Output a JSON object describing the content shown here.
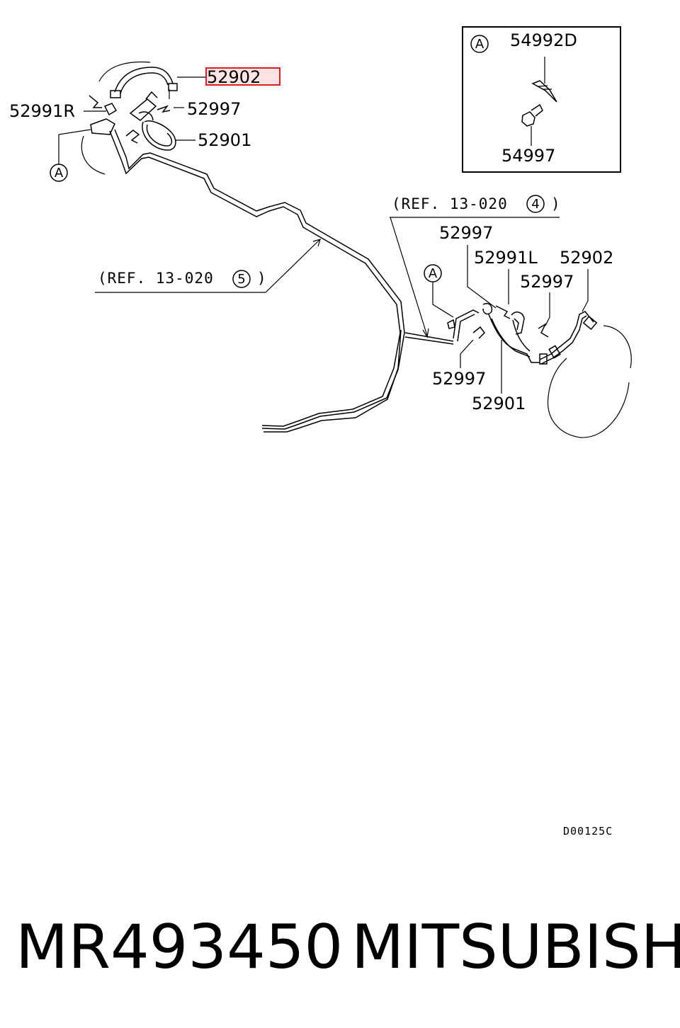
{
  "diagram": {
    "labels": {
      "top_left_hose": "52902",
      "left_bracket": "52991R",
      "left_clip": "52997",
      "left_tube": "52901",
      "inset_clip_top": "54992D",
      "inset_clip_bottom": "54997",
      "right_clip_top": "52997",
      "right_bracket": "52991L",
      "right_hose": "52902",
      "right_clip_mid": "52997",
      "right_clip_bottom": "52997",
      "right_tube": "52901"
    },
    "refs": {
      "right_ref_text": "(REF. 13-020",
      "right_ref_num": "4",
      "right_ref_close": ")",
      "left_ref_text": "(REF. 13-020",
      "left_ref_num": "5",
      "left_ref_close": ")"
    },
    "view_markers": {
      "inset": "A",
      "left": "A",
      "right": "A"
    },
    "drawing_code": "D00125C",
    "highlight_color": "#e02020"
  },
  "caption": {
    "part_number": "MR493450",
    "brand": "MITSUBISHI"
  }
}
